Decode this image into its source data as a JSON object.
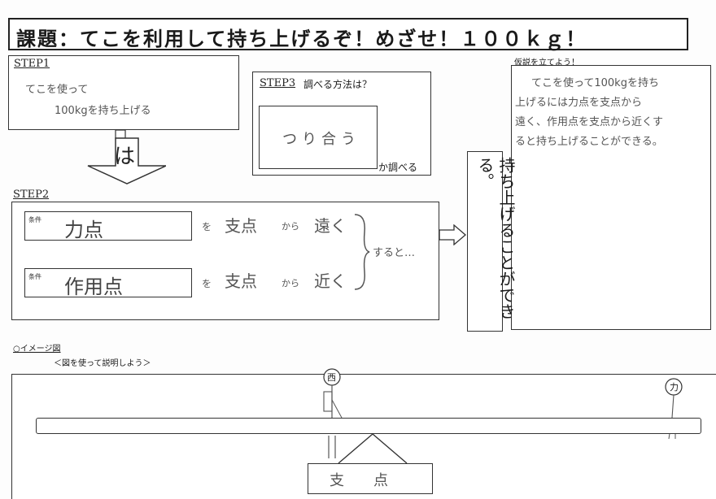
{
  "title": "課題：てこを利用して持ち上げるぞ！めざせ！１００ｋｇ！",
  "step1": {
    "label": "STEP1",
    "line1": "てこを使って",
    "line2": "100kgを持ち上げる"
  },
  "arrow_down_text": "は",
  "step3": {
    "label": "STEP3",
    "title": "調べる方法は？",
    "answer": "つり合う",
    "suffix": "か調べる"
  },
  "hypothesis": {
    "label": "仮説を立てよう！",
    "lines": [
      "てこを使って100kgを持ち",
      "上げるには力点を支点から",
      "遠く、作用点を支点から近くす",
      "ると持ち上げることができる。"
    ]
  },
  "step2": {
    "label": "STEP2",
    "rows": [
      {
        "tag": "条件",
        "value": "力点",
        "mid1": "を",
        "mid2": "支点",
        "mid3": "から",
        "end": "遠く"
      },
      {
        "tag": "条件",
        "value": "作用点",
        "mid1": "を",
        "mid2": "支点",
        "mid3": "から",
        "end": "近く"
      }
    ],
    "then": "すると…"
  },
  "result": "持ち上げることができる。",
  "image": {
    "label": "○イメージ図",
    "subtitle": "＜図を使って説明しよう＞",
    "left_circle": "西",
    "right_circle": "力",
    "fulcrum": "支　　点"
  }
}
